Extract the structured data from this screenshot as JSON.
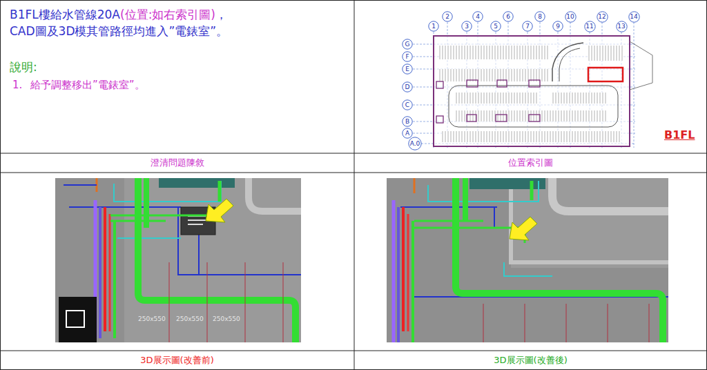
{
  "diagram": {
    "nodes": [
      {
        "text": [
          "B1FL樓給水管線20A",
          "(位置:如右索引圖)",
          "，CAD圖及3D模其管路徑均進入”電錶室”。",
          "說明:",
          "1.",
          "給予調整移出”電錶室”。"
        ]
      },
      {
        "text": [
          "B1FL"
        ]
      },
      {
        "text": [
          "1"
        ],
        "in": 1
      },
      {
        "text": [
          "2"
        ],
        "in": 1
      },
      {
        "text": [
          "3"
        ],
        "in": 1
      },
      {
        "text": [
          "4"
        ],
        "in": 1
      },
      {
        "text": [
          "5"
        ],
        "in": 1
      },
      {
        "text": [
          "6"
        ],
        "in": 1
      },
      {
        "text": [
          "7"
        ],
        "in": 1
      },
      {
        "text": [
          "8"
        ],
        "in": 1
      },
      {
        "text": [
          "9"
        ],
        "in": 1
      },
      {
        "text": [
          "10"
        ],
        "in": 1
      },
      {
        "text": [
          "11"
        ],
        "in": 1
      },
      {
        "text": [
          "12"
        ],
        "in": 1
      },
      {
        "text": [
          "13"
        ],
        "in": 1
      },
      {
        "text": [
          "14"
        ],
        "in": 1
      },
      {
        "text": [
          "G"
        ],
        "in": 1
      },
      {
        "text": [
          "F"
        ],
        "in": 1
      },
      {
        "text": [
          "E"
        ],
        "in": 1
      },
      {
        "text": [
          "D"
        ],
        "in": 1
      },
      {
        "text": [
          "C"
        ],
        "in": 1
      },
      {
        "text": [
          "B"
        ],
        "in": 1
      },
      {
        "text": [
          "A"
        ],
        "in": 1
      },
      {
        "text": [
          "A.0"
        ],
        "in": 1
      },
      {
        "text": [
          "澄清問題陳敘"
        ]
      },
      {
        "text": [
          "位置索引圖"
        ]
      },
      {
        "text": [
          "3D展示圖(改善前)"
        ]
      },
      {
        "text": [
          "3D展示圖(改善後)"
        ]
      }
    ],
    "labels": [
      "250x550",
      "250x550",
      "250x550"
    ]
  }
}
